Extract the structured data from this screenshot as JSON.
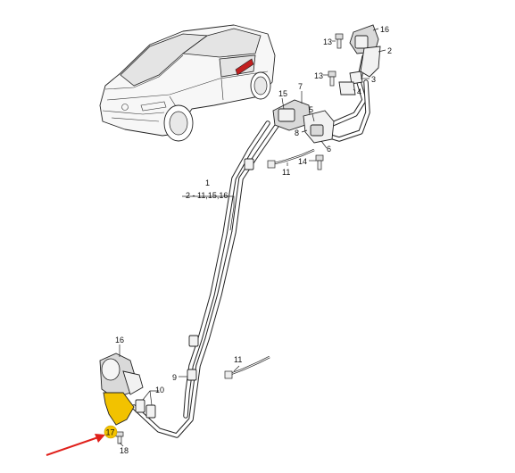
{
  "diagram": {
    "callouts": {
      "c1": "1",
      "c1_sub": "2 - 11,15,16",
      "c2": "2",
      "c3": "3",
      "c4": "4",
      "c5": "5",
      "c6": "6",
      "c7": "7",
      "c8": "8",
      "c9": "9",
      "c10": "10",
      "c11_top": "11",
      "c11_bottom": "11",
      "c13_top": "13",
      "c13_mid": "13",
      "c14": "14",
      "c15": "15",
      "c16_top": "16",
      "c16_bottom": "16",
      "c17": "17",
      "c18": "18"
    },
    "highlight_color": "#f2c200",
    "arrow_color": "#e0201b"
  }
}
